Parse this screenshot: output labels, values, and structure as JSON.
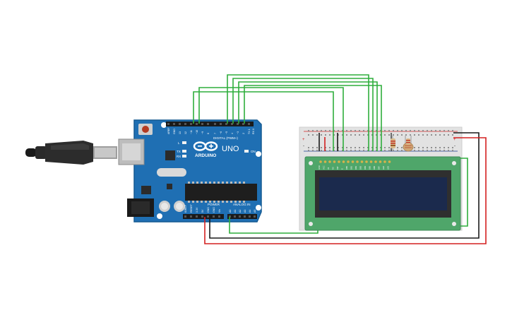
{
  "circuit": {
    "board": {
      "brand": "ARDUINO",
      "model": "UNO",
      "digital_header_label": "DIGITAL (PWM~)",
      "power_header_label": "POWER",
      "analog_header_label": "ANALOG IN",
      "on_led_label": "ON",
      "tx_label": "TX",
      "rx_label": "RX",
      "l_label": "L",
      "digital_pins": [
        "AREF",
        "GND",
        "13",
        "12",
        "~11",
        "~10",
        "~9",
        "8",
        "7",
        "~6",
        "~5",
        "4",
        "~3",
        "2",
        "TX 1",
        "RX 0"
      ],
      "power_pins": [
        "IOREF",
        "RESET",
        "3.3V",
        "5V",
        "GND",
        "GND",
        "Vin"
      ],
      "analog_pins": [
        "A0",
        "A1",
        "A2",
        "A3",
        "A4",
        "A5"
      ]
    },
    "breadboard": {
      "rail_plus": "+",
      "rail_minus": "-"
    },
    "lcd": {
      "pin_labels": [
        "GND",
        "VCC",
        "V0",
        "RS",
        "RW",
        "E",
        "DB0",
        "DB1",
        "DB2",
        "DB3",
        "DB4",
        "DB5",
        "DB6",
        "DB7",
        "LED",
        "LED"
      ]
    },
    "colors": {
      "board": "#1f6fb3",
      "board_edge": "#155a92",
      "wire_green": "#2fae3c",
      "wire_red": "#d42020",
      "wire_black": "#1a1a1a",
      "lcd_pcb": "#4fa66a",
      "lcd_screen": "#1b2a4d",
      "breadboard": "#e2e2e2"
    }
  }
}
